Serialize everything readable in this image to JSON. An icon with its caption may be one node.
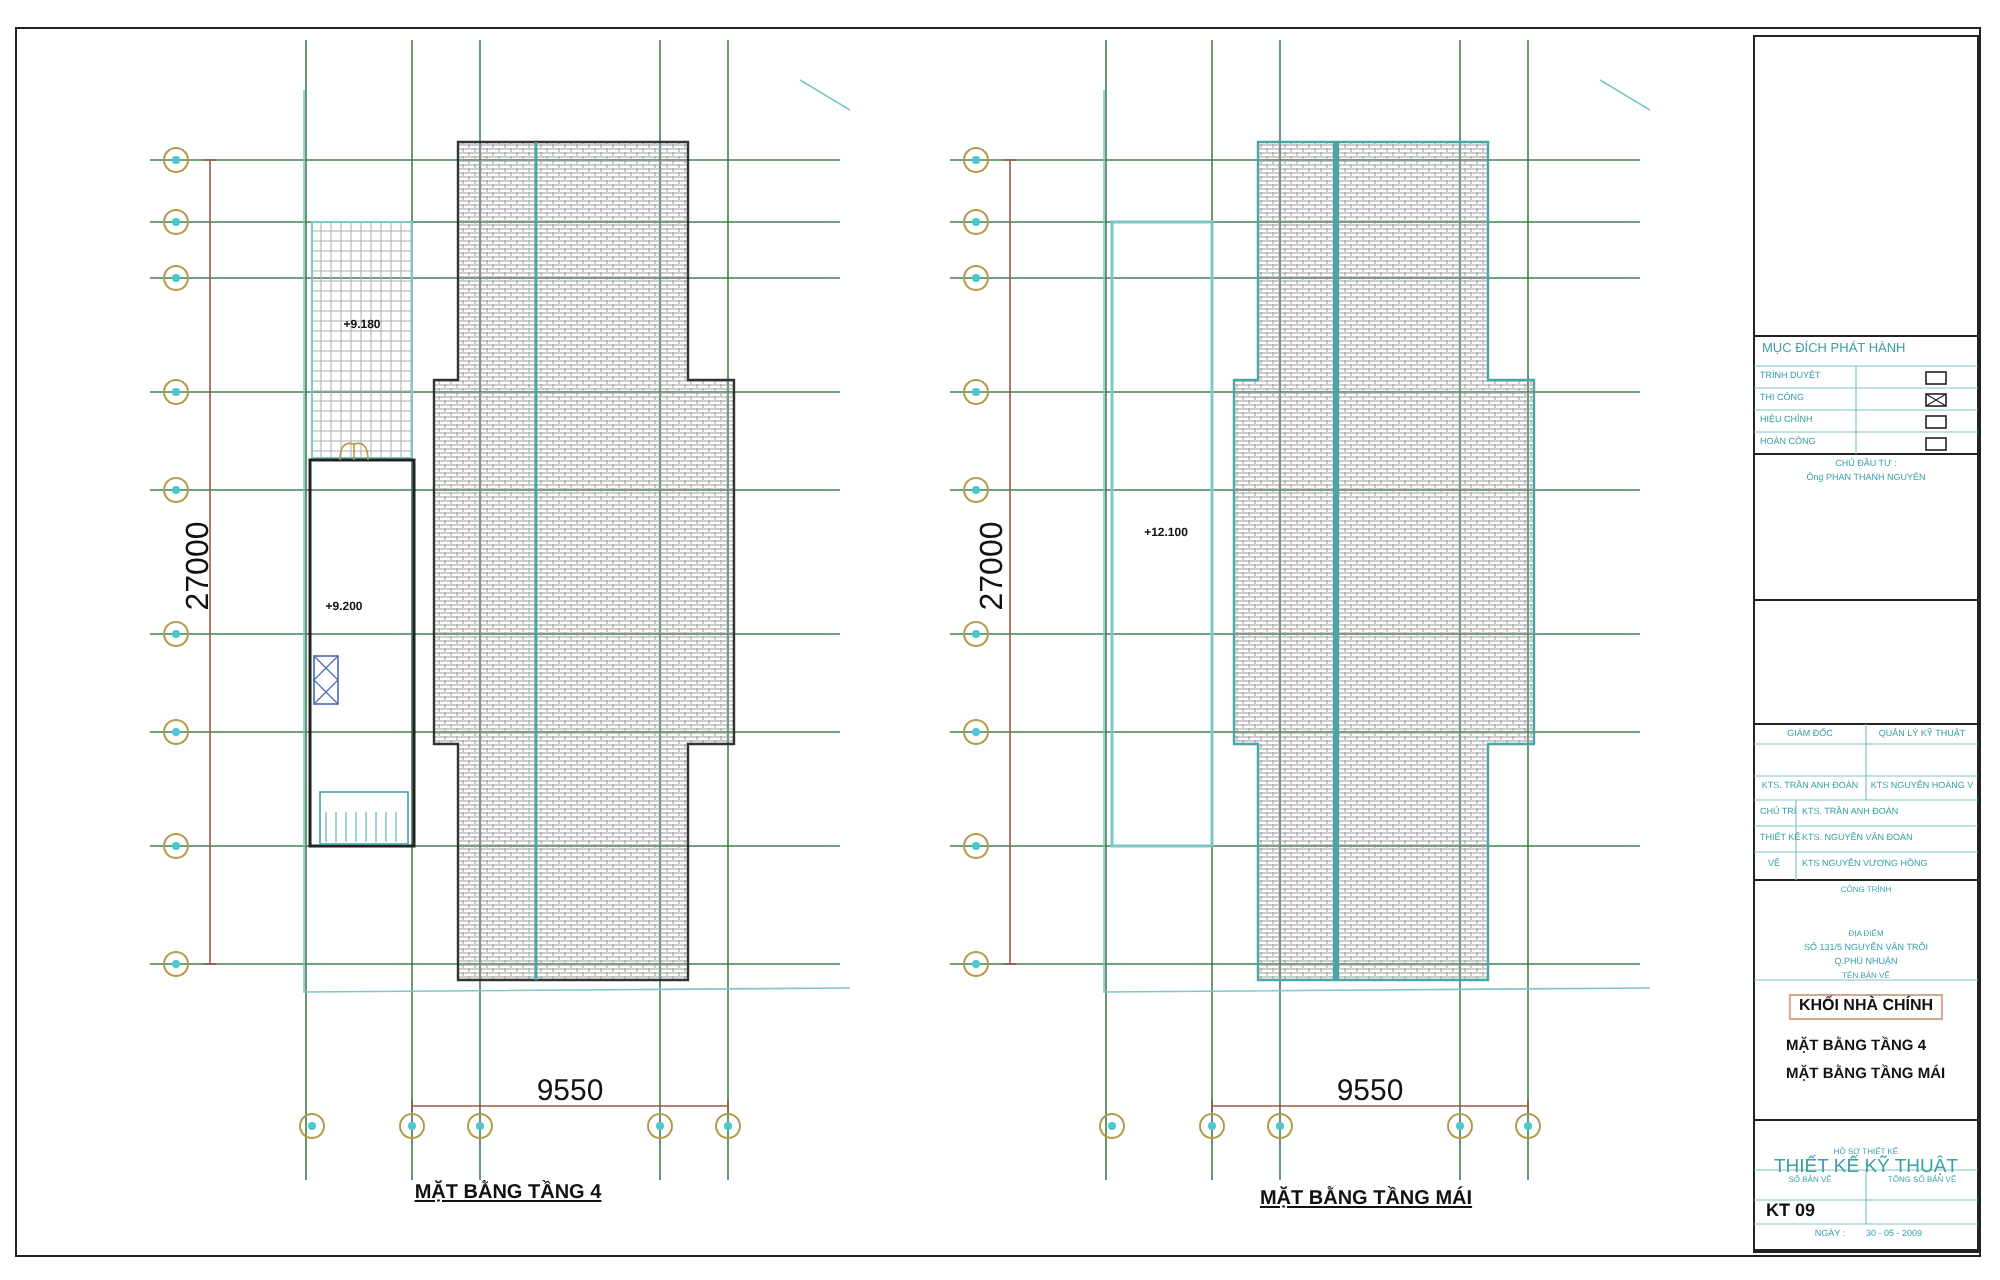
{
  "diagram": {
    "labels": [
      "27000",
      "+9.180",
      "+9.200",
      "9550",
      "MẶT BẰNG TẦNG 4",
      "27000",
      "+12.100",
      "9550",
      "MẶT BẰNG TẦNG MÁI",
      "MỤC ĐÍCH PHÁT HÀNH",
      "TRÌNH DUYỆT",
      "THI CÔNG",
      "HIỆU CHỈNH",
      "HOÀN CÔNG",
      "CHỦ ĐẦU TƯ :",
      "Ông PHAN THANH NGUYÊN",
      "GIÁM ĐỐC",
      "QUẢN LÝ KỸ THUẬT",
      "KTS. TRẦN ANH ĐOÀN",
      "KTS NGUYỄN HOÀNG V",
      "CHỦ TRÌ",
      "KTS. TRẦN ANH ĐOÀN",
      "THIẾT KẾ",
      "KTS. NGUYỄN VĂN ĐOÀN",
      "VẼ",
      "KTS NGUYỄN VƯƠNG HỒNG",
      "CÔNG TRÌNH",
      "ĐỊA ĐIỂM",
      "SỐ 131/5 NGUYỄN VĂN TRỖI",
      "Q.PHÚ NHUẬN",
      "TÊN BẢN VẼ",
      "KHỐI NHÀ CHÍNH",
      "MẶT BẰNG TẦNG 4",
      "MẶT BẰNG TẦNG MÁI",
      "HỒ SƠ THIẾT KẾ",
      "THIẾT KẾ KỸ THUẬT",
      "SỐ BẢN VẼ",
      "TỔNG SỐ BẢN VẼ",
      "KT 09",
      "NGÀY :",
      "30 - 05 - 2009"
    ]
  }
}
